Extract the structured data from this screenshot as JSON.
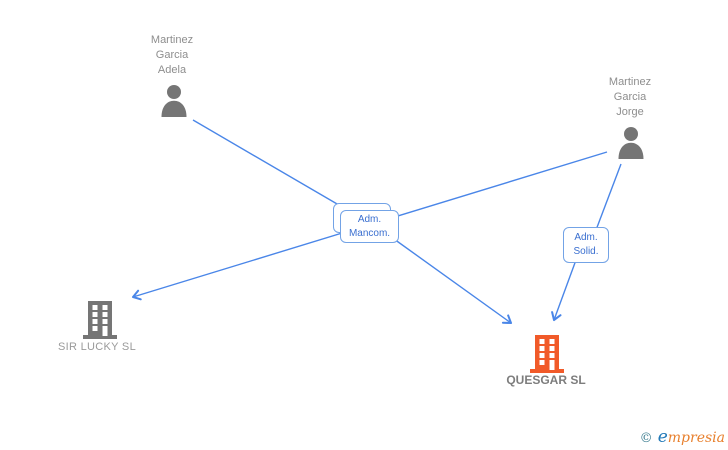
{
  "diagram": {
    "type": "corporate-relationship-graph",
    "persons": [
      {
        "id": "adela",
        "name_lines": [
          "Martinez",
          "Garcia",
          "Adela"
        ]
      },
      {
        "id": "jorge",
        "name_lines": [
          "Martinez",
          "Garcia",
          "Jorge"
        ]
      }
    ],
    "companies": [
      {
        "id": "sir-lucky",
        "name": "SIR LUCKY SL"
      },
      {
        "id": "quesgar",
        "name": "QUESGAR SL"
      }
    ],
    "relations": [
      {
        "id": "adm-mancom",
        "label_lines": [
          "Adm.",
          "Mancom."
        ],
        "from": [
          "Martinez Garcia Adela",
          "Martinez Garcia Jorge"
        ],
        "to": [
          "SIR LUCKY SL",
          "QUESGAR SL"
        ]
      },
      {
        "id": "adm-solid",
        "label_lines": [
          "Adm.",
          "Solid."
        ],
        "from": [
          "Martinez Garcia Jorge"
        ],
        "to": [
          "QUESGAR SL"
        ]
      }
    ]
  },
  "watermark": {
    "copyright": "©",
    "initial": "e",
    "rest": "mpresia"
  },
  "colors": {
    "line_blue": "#4a86e8",
    "box_border": "#73a3e6",
    "box_text": "#3a6fd0",
    "icon_gray": "#757575",
    "building_orange": "#f15a29",
    "person_label": "#8e8e8e",
    "company_label": "#9a9a9a",
    "company_label_bold": "#7d7d7d",
    "logo_teal": "#3c7d90",
    "logo_blue": "#2279b8",
    "logo_orange": "#e8802e"
  }
}
